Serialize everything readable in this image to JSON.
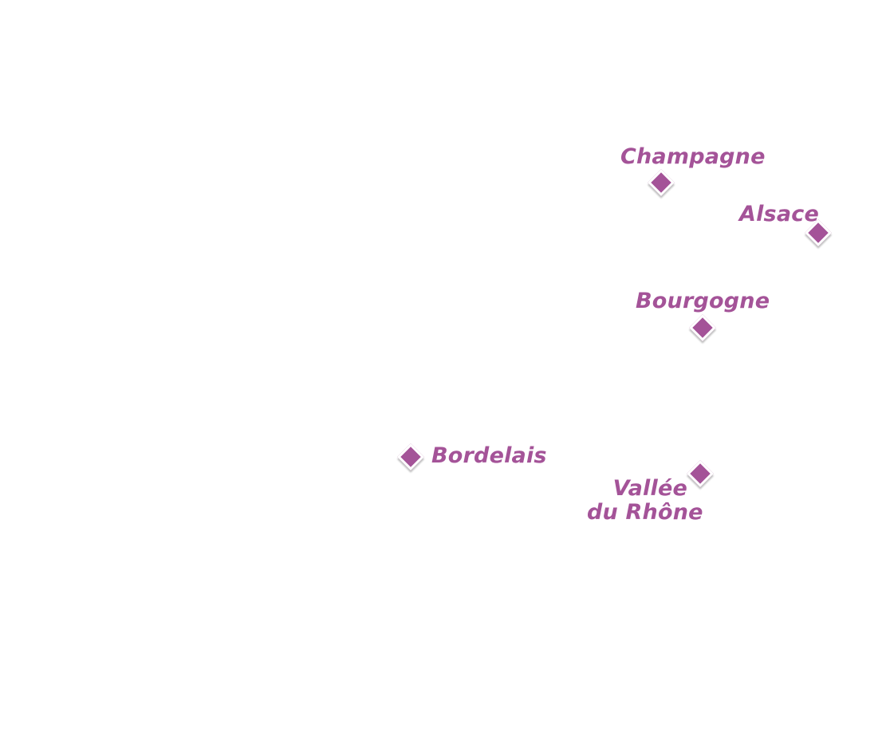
{
  "map": {
    "accent_color": "#a45398",
    "regions": [
      {
        "id": "champagne",
        "label": "Champagne"
      },
      {
        "id": "alsace",
        "label": "Alsace"
      },
      {
        "id": "bourgogne",
        "label": "Bourgogne"
      },
      {
        "id": "bordelais",
        "label": "Bordelais"
      },
      {
        "id": "vallee-du-rhone",
        "label_line1": "Vallée",
        "label_line2": "du Rhône"
      }
    ]
  }
}
